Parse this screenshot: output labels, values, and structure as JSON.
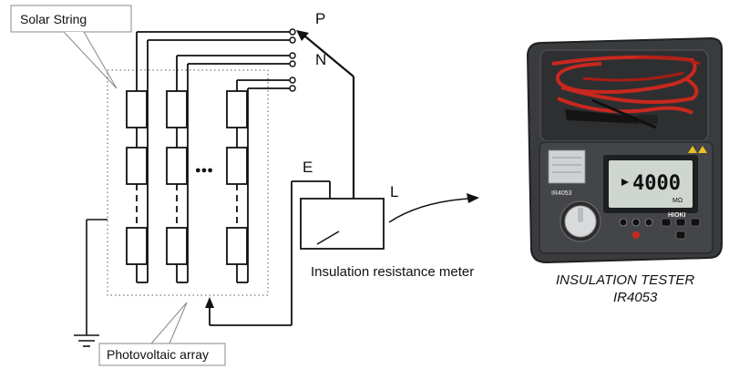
{
  "labels": {
    "solar_string": "Solar String",
    "photovoltaic_array": "Photovoltaic array",
    "terminal_p": "P",
    "terminal_n": "N",
    "terminal_e": "E",
    "terminal_l": "L",
    "meter": "Insulation resistance meter",
    "tester_line1": "INSULATION TESTER",
    "tester_line2": "IR4053",
    "ellipsis": "●●●"
  },
  "device": {
    "brand": "HIOKI",
    "model_badge": "IR4053",
    "display_value": "4000",
    "display_unit": "MΩ"
  },
  "colors": {
    "line": "#111111",
    "case": "#3a3b3d",
    "lead_red": "#c8281e"
  }
}
